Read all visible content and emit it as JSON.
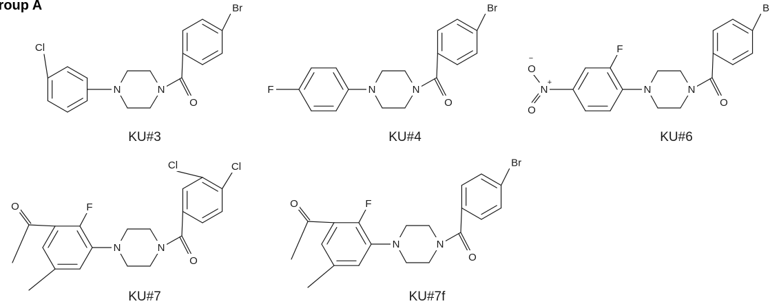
{
  "group_title": "Group A",
  "compounds": [
    {
      "label": "KU#3",
      "atoms": [
        "Cl",
        "N",
        "N",
        "O",
        "Br"
      ]
    },
    {
      "label": "KU#4",
      "atoms": [
        "F",
        "N",
        "N",
        "O",
        "Br"
      ]
    },
    {
      "label": "KU#6",
      "atoms": [
        "O",
        "N",
        "O",
        "F",
        "N",
        "N",
        "O",
        "Br"
      ],
      "charges": [
        "−",
        "+"
      ]
    },
    {
      "label": "KU#7",
      "atoms": [
        "O",
        "F",
        "N",
        "N",
        "O",
        "Cl",
        "Cl"
      ]
    },
    {
      "label": "KU#7f",
      "atoms": [
        "O",
        "F",
        "N",
        "N",
        "O",
        "Br"
      ]
    }
  ]
}
